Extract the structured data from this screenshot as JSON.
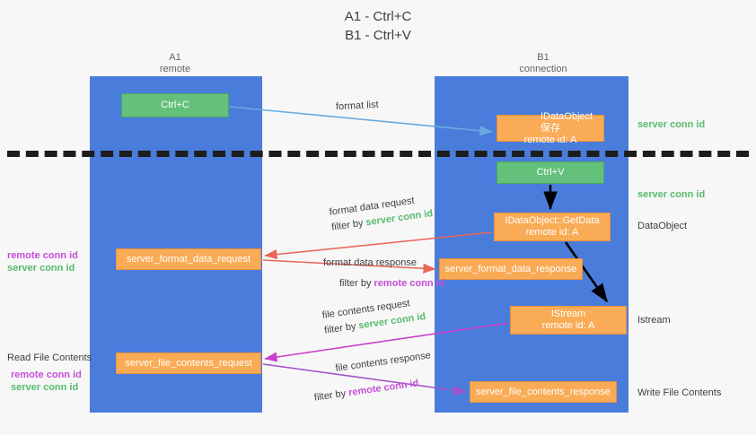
{
  "title": "A1 - Ctrl+C\nB1 - Ctrl+V",
  "lanes": [
    {
      "name": "A1",
      "sub": "remote",
      "header": "A1\nremote",
      "color": "#4a7ddb"
    },
    {
      "name": "B1",
      "sub": "connection",
      "header": "B1\nconnection",
      "color": "#4a7ddb"
    }
  ],
  "colors": {
    "lane": "#4a7ddb",
    "green_node": "#64c17b",
    "orange_node": "#f9ab55",
    "server_conn": "#57bb6f",
    "remote_conn": "#c74ddb",
    "arrow_blue": "#6aa9e0",
    "arrow_red": "#e8675a",
    "arrow_magenta": "#cc3fcc",
    "arrow_purple": "#a252c8",
    "arrow_black": "#000000",
    "background": "#f7f7f7"
  },
  "nodes": {
    "ctrl_c": "Ctrl+C",
    "save_idataobject": "保存IDataObject\nremote id: A",
    "save_idataobject_line1_a": "保存",
    "save_idataobject_line1_b": "IDataObject",
    "save_idataobject_line2": "remote id: A",
    "ctrl_v": "Ctrl+V",
    "getdata": "IDataObject::GetData\nremote id: A",
    "istream": "IStream\nremote id: A",
    "server_format_data_request": "server_format_data_request",
    "server_format_data_response": "server_format_data_response",
    "server_file_contents_request": "server_file_contents_request",
    "server_file_contents_response": "server_file_contents_response"
  },
  "edges": {
    "format_list": "format list",
    "format_data_request": "format data request",
    "format_data_response": "format data response",
    "file_contents_request": "file contents request",
    "file_contents_response": "file contents response",
    "filter_by": "filter by",
    "server_conn_id": "server conn id",
    "remote_conn_id": "remote conn id"
  },
  "annotations": {
    "server_conn_id_top": "server conn id",
    "server_conn_id_mid": "server conn id",
    "data_object": "DataObject",
    "istream": "Istream",
    "write_file_contents": "Write File Contents",
    "read_file_contents": "Read File Contents",
    "remote_conn_id": "remote conn id",
    "server_conn_id": "server conn id"
  }
}
